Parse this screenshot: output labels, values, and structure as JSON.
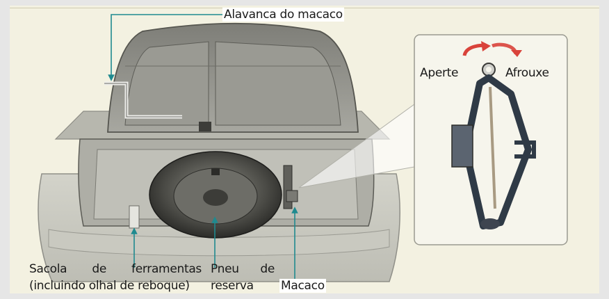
{
  "labels": {
    "jack_lever": "Alavanca do macaco",
    "tighten": "Aperte",
    "loosen": "Afrouxe",
    "tool_bag_words": [
      "Sacola",
      "de",
      "ferramentas"
    ],
    "tool_bag_line2": "(incluindo olhal de reboque)",
    "spare_words": [
      "Pneu",
      "de"
    ],
    "spare_line2": "reserva",
    "jack": "Macaco"
  },
  "colors": {
    "callout_line": "#1f8a8f",
    "rotation_arrows": "#d9433b",
    "panel_background": "#f3f1e1",
    "inset_border": "#9a9a90"
  },
  "icons": [
    "rotation-arrows-icon",
    "jack-icon",
    "spare-tire-icon"
  ]
}
